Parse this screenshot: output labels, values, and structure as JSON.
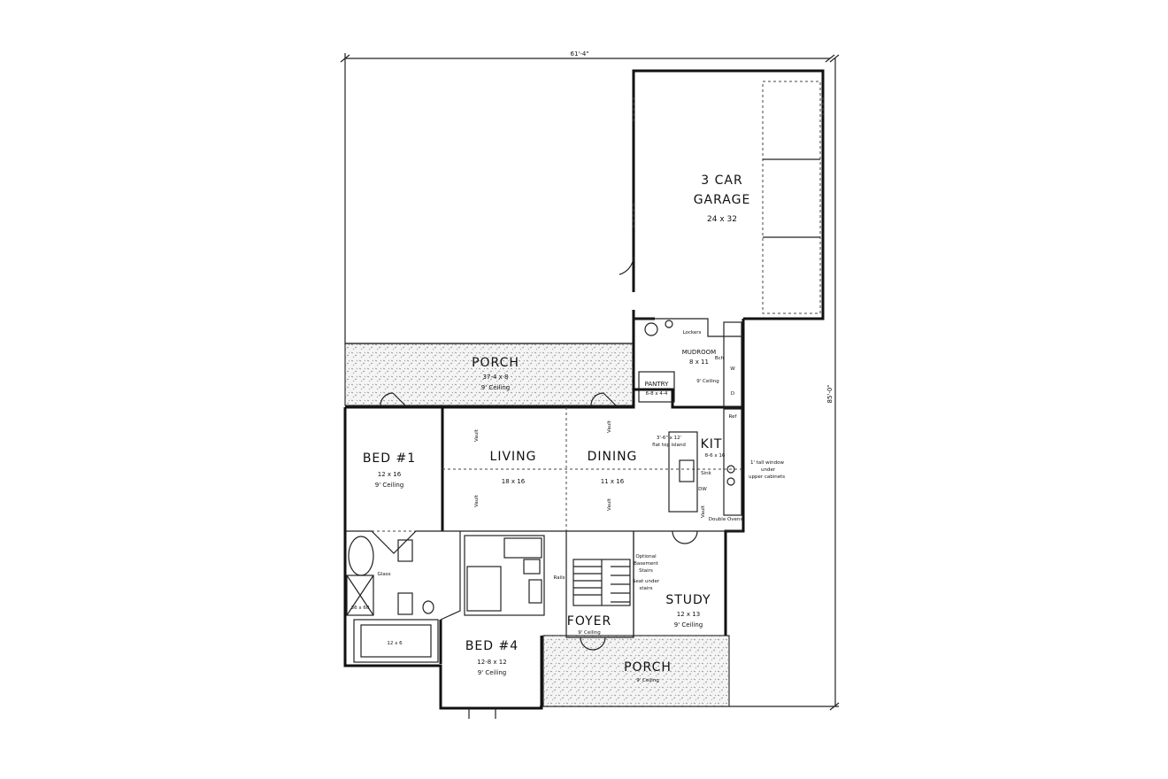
{
  "dimensions": {
    "width_label": "61'-4\"",
    "depth_label": "85'-0\""
  },
  "rooms": {
    "garage": {
      "name1": "3 CAR",
      "name2": "GARAGE",
      "size": "24 x 32"
    },
    "porch_rear": {
      "name": "PORCH",
      "size": "37-4 x 8",
      "ceiling": "9' Ceiling"
    },
    "mudroom": {
      "name": "MUDROOM",
      "size": "8 x 11",
      "lockers": "Lockers",
      "bench": "Bch",
      "ceiling": "9' Ceiling"
    },
    "pantry": {
      "name": "PANTRY",
      "size": "6-8 x 4-4"
    },
    "bed1": {
      "name": "BED #1",
      "size": "12 x 16",
      "ceiling": "9' Ceiling"
    },
    "living": {
      "name": "LIVING",
      "size": "18 x 16"
    },
    "dining": {
      "name": "DINING",
      "size": "11 x 16"
    },
    "kitchen": {
      "name": "KIT",
      "size": "8-6 x 16",
      "island": "3'-6\" x 12'",
      "island_note": "flat top island",
      "sink": "Sink",
      "dw": "DW",
      "ref": "Ref",
      "ovens": "Double Ovens",
      "window_note1": "1' tall window",
      "window_note2": "under",
      "window_note3": "upper cabinets",
      "d": "D",
      "w": "W"
    },
    "vault": "Vault",
    "study": {
      "name": "STUDY",
      "size": "12 x 13",
      "ceiling": "9' Ceiling"
    },
    "foyer": {
      "name": "FOYER",
      "ceiling": "9' Ceiling"
    },
    "stairs": {
      "rails": "Rails",
      "opt1": "Optional",
      "opt2": "Basement",
      "opt3": "Stairs",
      "seat1": "Seat under",
      "seat2": "stairs"
    },
    "bed4": {
      "name": "BED #4",
      "size": "12-8 x 12",
      "ceiling": "9' Ceiling"
    },
    "bath": {
      "glass": "Glass",
      "shower": "36 x 60",
      "closet": "12 x 6"
    },
    "porch_front": {
      "name": "PORCH",
      "ceiling": "9' Ceiling"
    }
  }
}
